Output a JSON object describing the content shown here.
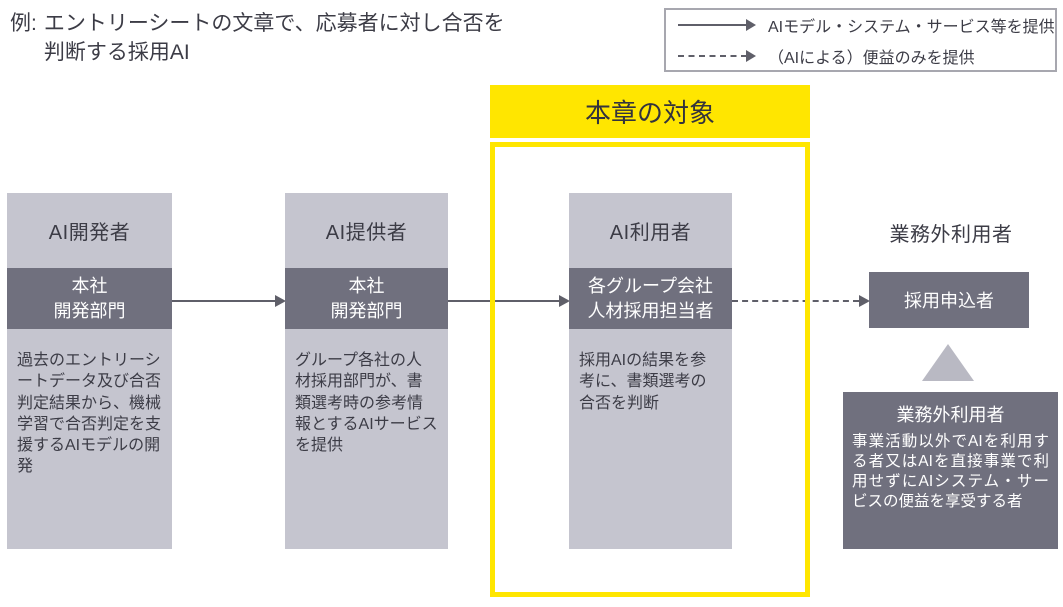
{
  "example": {
    "prefix": "例:",
    "line1": "エントリーシートの文章で、応募者に対し合否を",
    "line2": "判断する採用AI"
  },
  "legend": {
    "items": [
      {
        "style": "solid",
        "label": "AIモデル・システム・サービス等を提供"
      },
      {
        "style": "dashed",
        "label": "（AIによる）便益のみを提供"
      }
    ]
  },
  "chapter_target": {
    "label": "本章の対象",
    "highlight_color": "#FFE600"
  },
  "columns": [
    {
      "title": "AI開発者",
      "role_line1": "本社",
      "role_line2": "開発部門",
      "description": "過去のエントリーシートデータ及び合否判定結果から、機械学習で合否判定を支援するAIモデルの開発"
    },
    {
      "title": "AI提供者",
      "role_line1": "本社",
      "role_line2": "開発部門",
      "description": "グループ各社の人材採用部門が、書類選考時の参考情報とするAIサービスを提供"
    },
    {
      "title": "AI利用者",
      "role_line1": "各グループ会社",
      "role_line2": "人材採用担当者",
      "description": "採用AIの結果を参考に、書類選考の合否を判断"
    }
  ],
  "external_user": {
    "title": "業務外利用者",
    "applicant_label": "採用申込者",
    "definition_title": "業務外利用者",
    "definition_body": "事業活動以外でAIを利用する者又はAIを直接事業で利用せずにAIシステム・サービスの便益を享受する者"
  },
  "colors": {
    "column_bg": "#c5c5cf",
    "role_bg": "#70707e",
    "highlight": "#FFE600",
    "arrow": "#5f5f69",
    "text_dark": "#3c3c46",
    "triangle": "#b9b9c3"
  }
}
